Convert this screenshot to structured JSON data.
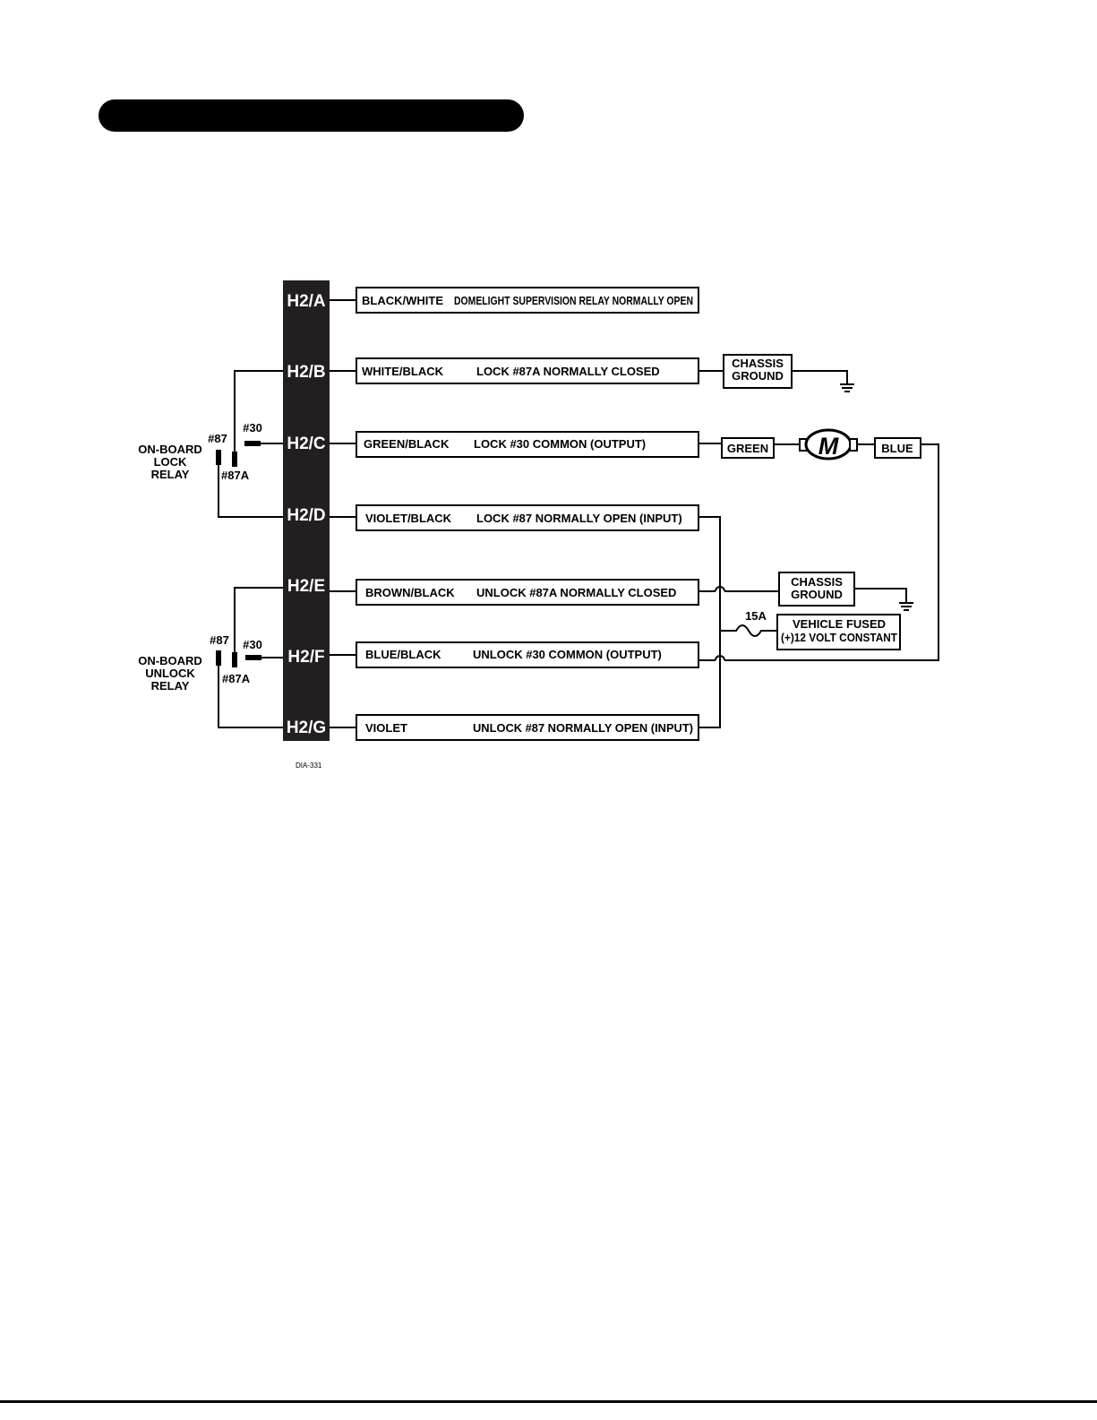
{
  "pins": [
    {
      "id": "H2/A",
      "wire": "BLACK/WHITE",
      "function": "DOMELIGHT SUPERVISION RELAY NORMALLY OPEN"
    },
    {
      "id": "H2/B",
      "wire": "WHITE/BLACK",
      "function": "LOCK #87A NORMALLY CLOSED"
    },
    {
      "id": "H2/C",
      "wire": "GREEN/BLACK",
      "function": "LOCK #30 COMMON (OUTPUT)"
    },
    {
      "id": "H2/D",
      "wire": "VIOLET/BLACK",
      "function": "LOCK #87 NORMALLY OPEN (INPUT)"
    },
    {
      "id": "H2/E",
      "wire": "BROWN/BLACK",
      "function": "UNLOCK #87A NORMALLY CLOSED"
    },
    {
      "id": "H2/F",
      "wire": "BLUE/BLACK",
      "function": "UNLOCK #30 COMMON (OUTPUT)"
    },
    {
      "id": "H2/G",
      "wire": "VIOLET",
      "function": "UNLOCK #87 NORMALLY OPEN (INPUT)"
    }
  ],
  "lock_relay": {
    "line1": "ON-BOARD",
    "line2": "LOCK",
    "line3": "RELAY",
    "t87": "#87",
    "t87a": "#87A",
    "t30": "#30"
  },
  "unlock_relay": {
    "line1": "ON-BOARD",
    "line2": "UNLOCK",
    "line3": "RELAY",
    "t87": "#87",
    "t87a": "#87A",
    "t30": "#30"
  },
  "chassis_ground_1": {
    "line1": "CHASSIS",
    "line2": "GROUND"
  },
  "chassis_ground_2": {
    "line1": "CHASSIS",
    "line2": "GROUND"
  },
  "motor": {
    "symbol": "M",
    "wire_left": "GREEN",
    "wire_right": "BLUE"
  },
  "fuse": {
    "rating": "15A"
  },
  "power": {
    "line1": "VEHICLE FUSED",
    "line2": "(+)12 VOLT CONSTANT"
  },
  "diagram_code": "DIA-331"
}
